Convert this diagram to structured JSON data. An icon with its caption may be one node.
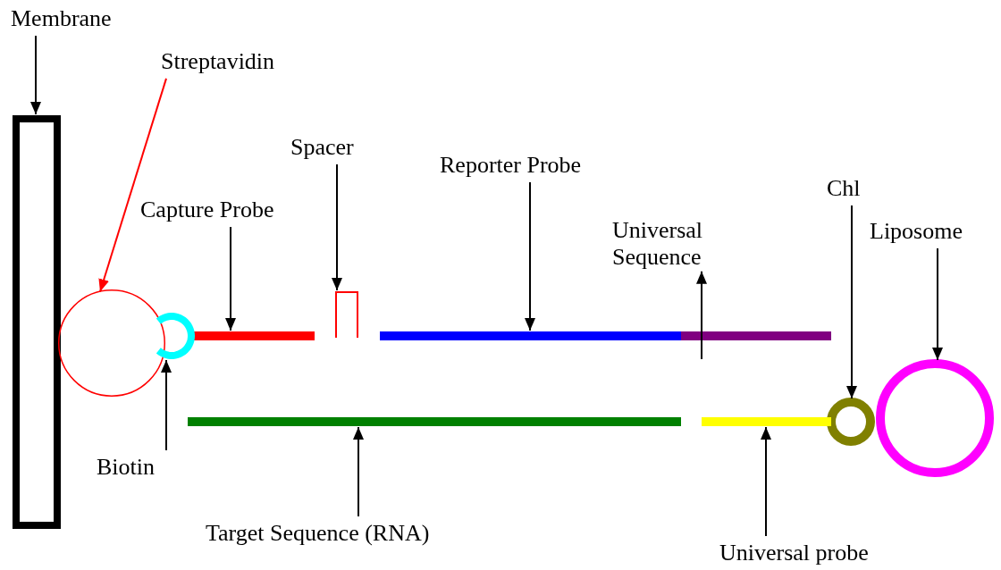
{
  "diagram": {
    "nodes": [
      {
        "text": [
          "Membrane"
        ]
      },
      {
        "text": [],
        "shape": "box"
      },
      {
        "text": [
          "Streptavidin"
        ]
      },
      {
        "text": [],
        "shape": "circle"
      },
      {
        "text": [
          "Capture Probe"
        ]
      },
      {
        "text": [],
        "shape": "bar"
      },
      {
        "text": [
          "Spacer"
        ]
      },
      {
        "text": [],
        "shape": "bracket"
      },
      {
        "text": [
          "Reporter Probe"
        ]
      },
      {
        "text": [],
        "shape": "bar"
      },
      {
        "text": [
          "Universal Sequence"
        ]
      },
      {
        "text": [],
        "shape": "bar"
      },
      {
        "text": [
          "Chl"
        ]
      },
      {
        "text": [],
        "shape": "circle"
      },
      {
        "text": [
          "Liposome"
        ]
      },
      {
        "text": [],
        "shape": "circle"
      },
      {
        "text": [
          "Biotin"
        ]
      },
      {
        "text": [],
        "shape": "arc"
      },
      {
        "text": [
          "Target Sequence (RNA)"
        ]
      },
      {
        "text": [],
        "shape": "bar"
      },
      {
        "text": [
          "Universal probe"
        ]
      },
      {
        "text": [],
        "shape": "bar"
      }
    ],
    "edges": [
      {
        "from": 0,
        "to": 1,
        "arrow": "to"
      },
      {
        "from": 2,
        "to": 3,
        "arrow": "to",
        "color": "#ff0000"
      },
      {
        "from": 4,
        "to": 5,
        "arrow": "to"
      },
      {
        "from": 6,
        "to": 7,
        "arrow": "to"
      },
      {
        "from": 8,
        "to": 9,
        "arrow": "to"
      },
      {
        "from": 11,
        "to": 10,
        "arrow": "to"
      },
      {
        "from": 12,
        "to": 13,
        "arrow": "to"
      },
      {
        "from": 14,
        "to": 15,
        "arrow": "to"
      },
      {
        "from": 16,
        "to": 17,
        "arrow": "to"
      },
      {
        "from": 18,
        "to": 19,
        "arrow": "to"
      },
      {
        "from": 20,
        "to": 21,
        "arrow": "to"
      }
    ]
  }
}
